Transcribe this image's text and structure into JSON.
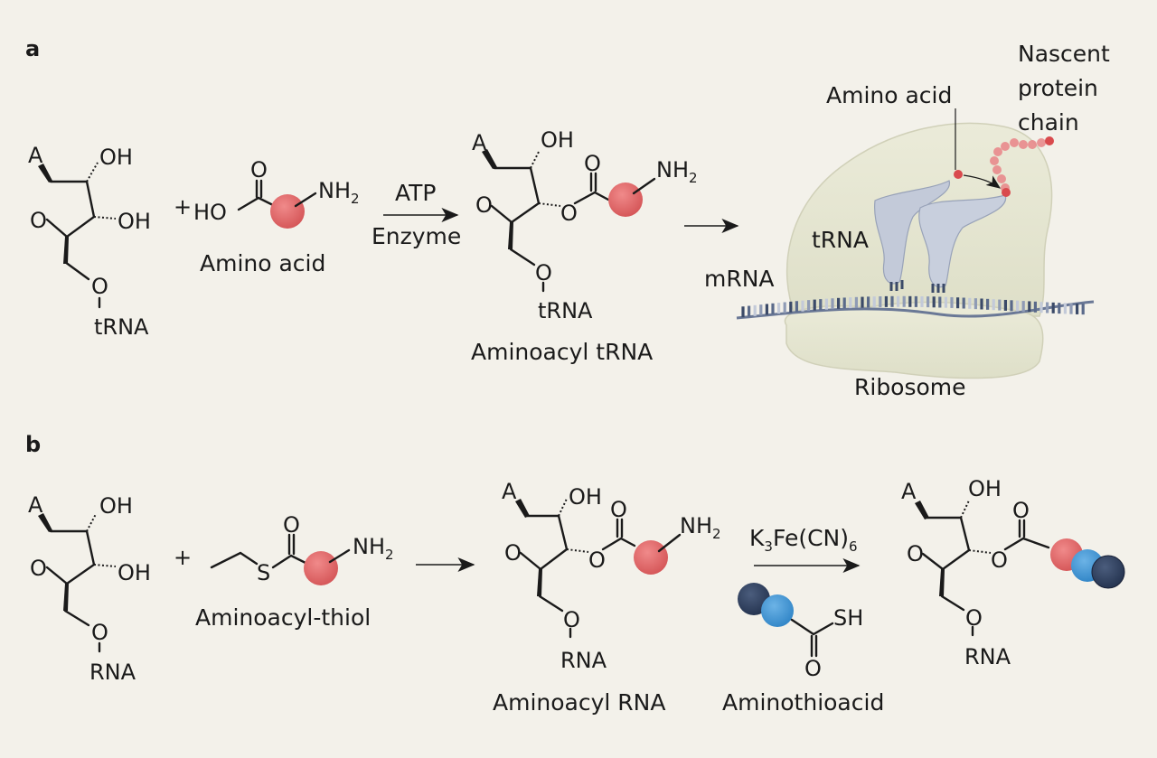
{
  "panels": {
    "a": {
      "label": "a",
      "reactant1": {
        "A": "A",
        "OH_top": "OH",
        "OH_bottom": "OH",
        "ring_O": "O",
        "link_O": "O",
        "tail": "tRNA"
      },
      "plus": "+",
      "amino_acid": {
        "HO": "HO",
        "O": "O",
        "NH2": "NH",
        "NH2_sub": "2",
        "caption": "Amino acid"
      },
      "arrow1": {
        "above": "ATP",
        "below": "Enzyme"
      },
      "product": {
        "A": "A",
        "OH": "OH",
        "ring_O": "O",
        "ester_O": "O",
        "carbonyl_O": "O",
        "NH2": "NH",
        "NH2_sub": "2",
        "link_O": "O",
        "tail": "tRNA",
        "caption": "Aminoacyl tRNA"
      },
      "ribosome": {
        "amino_acid": "Amino acid",
        "nascent1": "Nascent",
        "nascent2": "protein",
        "nascent3": "chain",
        "trna": "tRNA",
        "mrna": "mRNA",
        "ribosome": "Ribosome"
      }
    },
    "b": {
      "label": "b",
      "reactant1": {
        "A": "A",
        "OH_top": "OH",
        "OH_bottom": "OH",
        "ring_O": "O",
        "link_O": "O",
        "tail": "RNA"
      },
      "plus": "+",
      "thiol": {
        "S": "S",
        "O": "O",
        "NH2": "NH",
        "NH2_sub": "2",
        "caption": "Aminoacyl-thiol"
      },
      "product": {
        "A": "A",
        "OH": "OH",
        "ring_O": "O",
        "ester_O": "O",
        "carbonyl_O": "O",
        "NH2": "NH",
        "NH2_sub": "2",
        "link_O": "O",
        "tail": "RNA",
        "caption": "Aminoacyl RNA"
      },
      "arrow2": {
        "reagent": "K",
        "reagent_sub1": "3",
        "reagent_mid": "Fe(CN)",
        "reagent_sub2": "6"
      },
      "thioacid": {
        "SH": "SH",
        "O": "O",
        "caption": "Aminothioacid"
      },
      "final": {
        "A": "A",
        "OH": "OH",
        "ring_O": "O",
        "ester_O": "O",
        "carbonyl_O": "O",
        "link_O": "O",
        "tail": "RNA"
      }
    }
  },
  "colors": {
    "background": "#f3f1ea",
    "amino_red": "#dc5a5c",
    "bead_blue": "#3a8fd0",
    "bead_navy": "#2a3b5a",
    "trna": "#c3cad9",
    "ribosome": "#e6e6d2"
  }
}
